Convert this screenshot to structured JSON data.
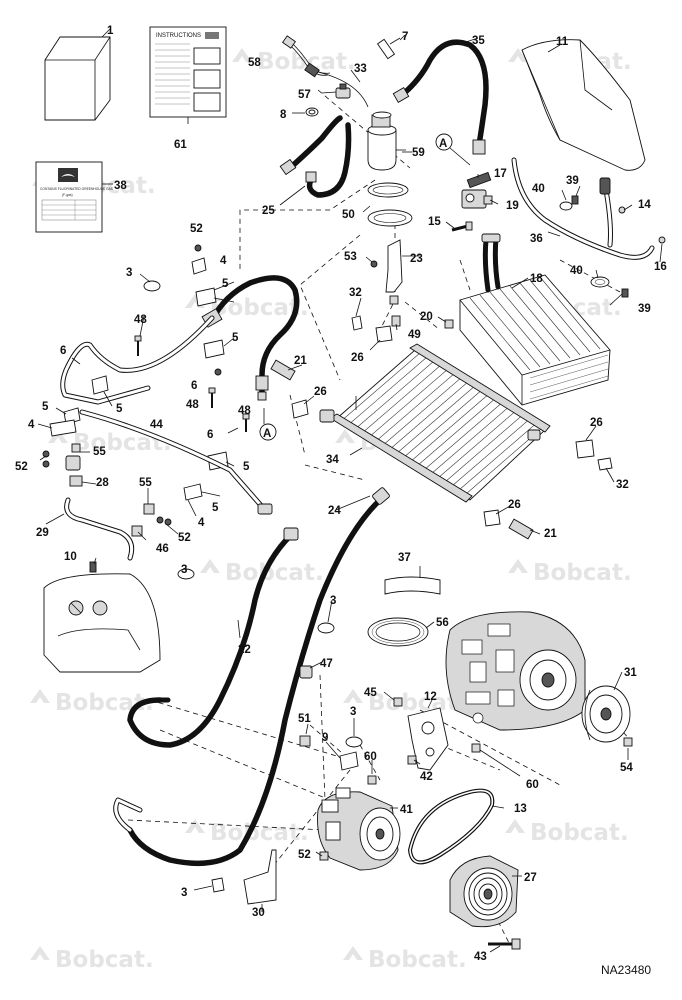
{
  "diagram_id": "NA23480",
  "watermark": "Bobcat.",
  "instructions_title": "INSTRUCTIONS",
  "refrigerant_label": {
    "heading": "CONTAINS FLUORINATED GREENHOUSE GAS",
    "gas": "(F-gas)"
  },
  "callouts": [
    "1",
    "3",
    "4",
    "5",
    "6",
    "7",
    "8",
    "9",
    "10",
    "11",
    "12",
    "13",
    "14",
    "15",
    "16",
    "17",
    "18",
    "19",
    "20",
    "21",
    "22",
    "23",
    "24",
    "25",
    "26",
    "27",
    "28",
    "29",
    "30",
    "31",
    "32",
    "33",
    "34",
    "35",
    "36",
    "37",
    "38",
    "39",
    "40",
    "41",
    "42",
    "43",
    "44",
    "45",
    "46",
    "47",
    "48",
    "49",
    "50",
    "51",
    "52",
    "53",
    "54",
    "55",
    "56",
    "57",
    "58",
    "59",
    "60",
    "61"
  ],
  "connector_marker": "A"
}
